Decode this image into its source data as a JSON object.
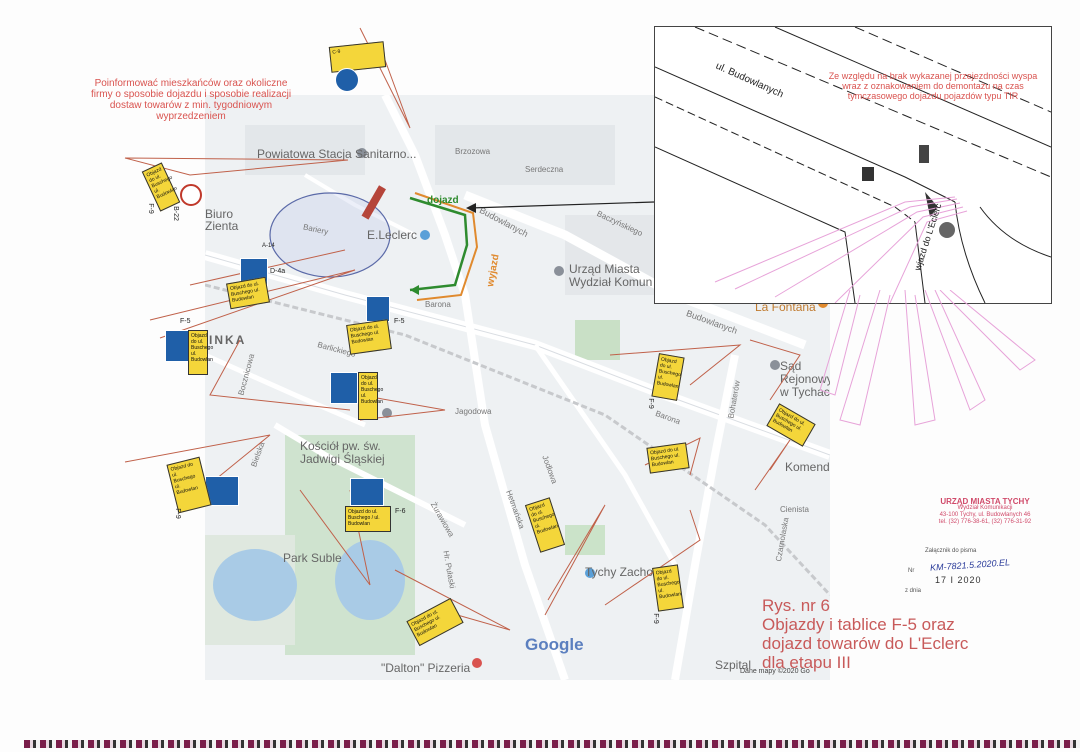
{
  "map": {
    "pois": {
      "powiatowa": "Powiatowa Stacja Sanitarno...",
      "eleclerc": "E.Leclerc",
      "urzad": "Urząd Miasta Wydział Komun",
      "lafontana": "La Fontana",
      "sad": "Sąd Rejonowy w Tychach",
      "komenda": "Komenda",
      "kosciol": "Kościół pw. św. Jadwigi Śląskiej",
      "parksuble": "Park Suble",
      "tychyzach": "Tychy Zachodnie",
      "dalton": "\"Dalton\" Pizzeria",
      "szpital": "Szpital",
      "biuro": "Biuro Zienta",
      "inka": "INKA",
      "google": "Google",
      "copyright": "Dane mapy ©2020 Go"
    },
    "streets": {
      "brzozowa": "Brzozowa",
      "budowlanych": "Budowlanych",
      "budowlanych2": "Budowlanych",
      "baczynskiego": "Baczyńskiego",
      "barona": "Barona",
      "barona2": "Barona",
      "barlickiego": "Barlickiego",
      "jagodowa": "Jagodowa",
      "jodlowa": "Jodłowa",
      "hetmanska": "Hetmańska",
      "zurawiowa": "Żurawiowa",
      "bohaterow": "Bohaterów",
      "cienista": "Cienista",
      "czarnolaska": "Czarnolaska",
      "bocznicowa": "Bocznicowa",
      "bariery": "Bariery",
      "hr_pulaski": "Hr. Pułaski",
      "nowa": "Bielska",
      "serdeczna": "Serdeczna"
    },
    "route_labels": {
      "dojazd": "dojazd",
      "wyjazd": "wyjazd"
    }
  },
  "annotations": {
    "inform_residents": "Poinformować mieszkańców oraz okoliczne firmy o sposobie dojazdu i sposobie realizacji dostaw towarów z min. tygodniowym wyprzedzeniem",
    "island_note": "Ze względu na brak wykazanej przejezdności wyspa wraz z oznakowaniem do demontażu na czas tymczasowego dojazdu pojazdów typu TIR"
  },
  "inset": {
    "street": "ul. Budowlanych",
    "street2": "wjazd do L'Eclerc"
  },
  "signs": {
    "f5_label": "F-5",
    "f9_label": "F-9",
    "f6_label": "F-6",
    "d4a_label": "D-4a",
    "a14_label": "A-14",
    "b22_label": "B-22",
    "c9_label": "C-9",
    "objazd_text": "Objazd do ul. Buschego / ul. Budowlan",
    "objazd_short": "Objazd do ul. Buschego ul. Budowlan"
  },
  "caption": {
    "line1": "Rys. nr 6",
    "line2": "Objazdy i tablice F-5 oraz",
    "line3": "dojazd towarów do L'Eclerc",
    "line4": "dla etapu III"
  },
  "stamp": {
    "office": "URZĄD MIASTA TYCHY",
    "dept": "Wydział Komunikacji",
    "address": "43-100 Tychy, ul. Budowlanych 46",
    "phone": "tel. (32) 776-38-61, (32) 776-31-92",
    "zalacznik": "Załącznik do pisma",
    "nr_label": "Nr",
    "nr_value": "KM-7821.5.2020.EL",
    "date_value": "17 I 2020",
    "z_dnia": "z dnia"
  },
  "colors": {
    "arrow": "#c0614a",
    "annotation": "#d9534f",
    "route_green": "#2e8b2e",
    "route_orange": "#e08a2e",
    "sign_yellow": "#f4d63a",
    "sign_blue": "#1f5fa8",
    "caption_red": "#c85a5a"
  }
}
